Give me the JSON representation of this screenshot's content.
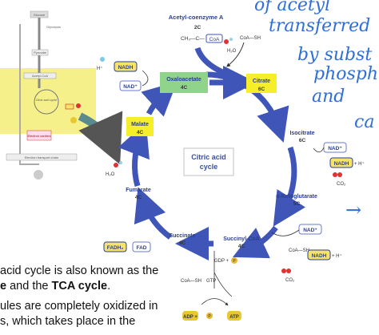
{
  "handwriting": {
    "line1": "of acetyl",
    "line2": "transferred",
    "line3": "by subst",
    "line4": "phosph",
    "line5": "and",
    "line6": "ca",
    "arrow": "→"
  },
  "paragraph": {
    "line1": "acid cycle is also known as the",
    "line2_bold_a": "e",
    "line2_mid": " and the ",
    "line2_bold_b": "TCA cycle",
    "line2_end": ".",
    "line3": "ules are completely oxidized in",
    "line4": "s, which takes place in the"
  },
  "overview": {
    "box_top": "Glucose",
    "glycolysis": "Glycolysis",
    "pyruvate": "Pyruvate",
    "acetyl_coa": "Acetyl-CoA",
    "cycle": "Citric acid cycle",
    "carriers": "Electron carriers",
    "etc": "Electron transport chain"
  },
  "cycle": {
    "center_label_1": "Citric acid",
    "center_label_2": "cycle",
    "acetyl_coa": "Acetyl-coenzyme A",
    "acetyl_2c": "2C",
    "acetyl_formula": "CH₃—C—",
    "coa": "CoA",
    "coa_sh": "CoA—SH",
    "water": "H₂O",
    "oxaloacetate": "Oxaloacetate",
    "oxaloacetate_c": "4C",
    "citrate": "Citrate",
    "citrate_c": "6C",
    "isocitrate": "Isocitrate",
    "isocitrate_c": "6C",
    "ketoglutarate": "α-Ketoglutarate",
    "ketoglutarate_c": "5C",
    "succinyl_coa": "Succinyl-CoA",
    "succinyl_coa_c": "4C",
    "succinate": "Succinate",
    "succinate_c": "4C",
    "fumarate": "Fumarate",
    "fumarate_c": "4C",
    "malate": "Malate",
    "malate_c": "4C",
    "nad_plus": "NAD⁺",
    "nadh": "NADH",
    "h_plus": "H⁺",
    "plus_h": "+ H⁺",
    "co2": "CO₂",
    "fadh2": "FADH₂",
    "fad": "FAD",
    "gdp": "GDP +",
    "gtp": "GTP",
    "adp": "ADP +",
    "atp": "ATP",
    "p": "P"
  },
  "colors": {
    "arrow_blue": "#3f55b8",
    "green_box": "#8fd48a",
    "yellow_box": "#f7ee2a",
    "nadh_yellow": "#f7e36a",
    "highlight": "#f5f08a",
    "ink_blue": "#2f6fd6"
  }
}
